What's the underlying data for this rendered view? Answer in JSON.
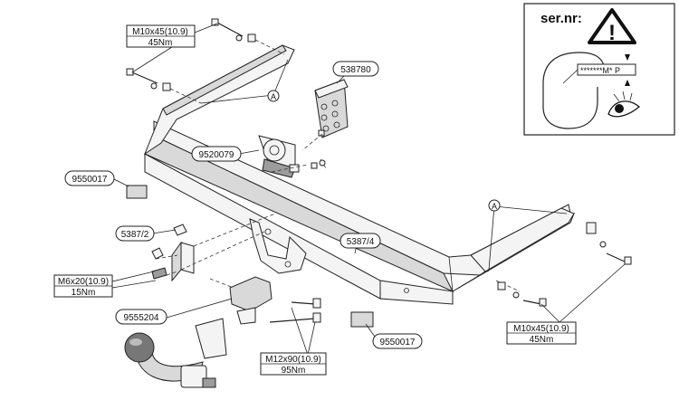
{
  "labels": {
    "bolt_top": {
      "spec": "M10x45(10.9)",
      "torque": "45Nm"
    },
    "bolt_left": {
      "spec": "M6x20(10.9)",
      "torque": "15Nm"
    },
    "bolt_ball": {
      "spec": "M12x90(10.9)",
      "torque": "95Nm"
    },
    "bolt_right": {
      "spec": "M10x45(10.9)",
      "torque": "45Nm"
    },
    "part_538780": "538780",
    "part_9520079": "9520079",
    "part_9550017_left": "9550017",
    "part_9550017_right": "9550017",
    "part_5387_2": "5387/2",
    "part_5387_4": "5387/4",
    "part_9555204": "9555204",
    "callout_a_left": "A",
    "callout_a_right": "A"
  },
  "serial_box": {
    "title": "ser.nr:",
    "plate_text": "*******M* P",
    "warning_glyph": "!"
  },
  "icons": [
    "warning-triangle-icon",
    "eye-icon"
  ]
}
